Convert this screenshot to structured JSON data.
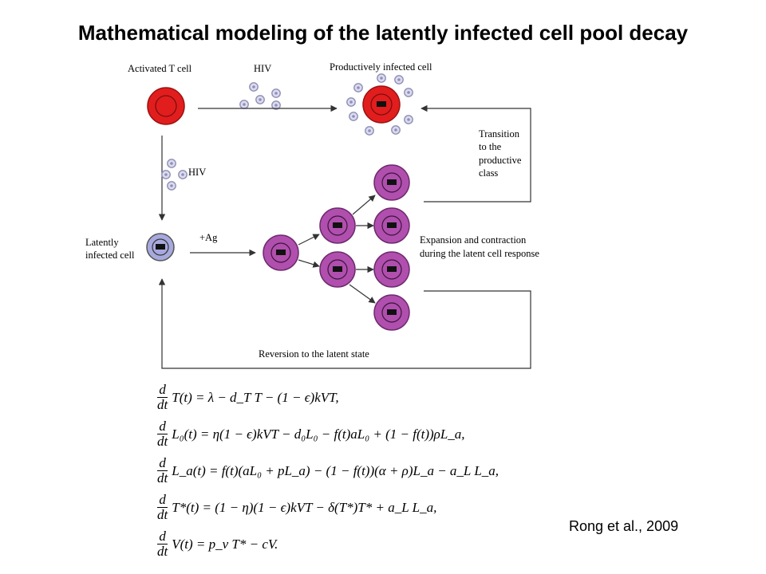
{
  "title": "Mathematical modeling of the latently infected cell pool decay",
  "citation": "Rong et al., 2009",
  "labels": {
    "activated": "Activated T cell",
    "hiv_top": "HIV",
    "productive": "Productively infected cell",
    "hiv_left": "HIV",
    "latent1": "Latently",
    "latent2": "infected cell",
    "ag": "+Ag",
    "transition": [
      "Transition",
      "to the",
      "productive",
      "class"
    ],
    "expansion": [
      "Expansion and contraction",
      "during the latent cell response"
    ],
    "reversion": "Reversion to the latent state"
  },
  "equations": [
    {
      "num": "d",
      "den": "dt",
      "rhs": "T(t) = λ − d_T T − (1 − ϵ)kVT,"
    },
    {
      "num": "d",
      "den": "dt",
      "rhs": "L₀(t) = η(1 − ϵ)kVT − d₀L₀ − f(t)aL₀ + (1 − f(t))ρL_a,"
    },
    {
      "num": "d",
      "den": "dt",
      "rhs": "L_a(t) = f(t)(aL₀ + pL_a) − (1 − f(t))(α + ρ)L_a − a_L L_a,"
    },
    {
      "num": "d",
      "den": "dt",
      "rhs": "T*(t) = (1 − η)(1 − ϵ)kVT − δ(T*)T* + a_L L_a,"
    },
    {
      "num": "d",
      "den": "dt",
      "rhs": "V(t) = p_v T* − cV."
    }
  ],
  "colors": {
    "activated": "#e21d1d",
    "latent": "#a7a9de",
    "expanding": "#b04fae",
    "virus": "#8f8fb8"
  }
}
